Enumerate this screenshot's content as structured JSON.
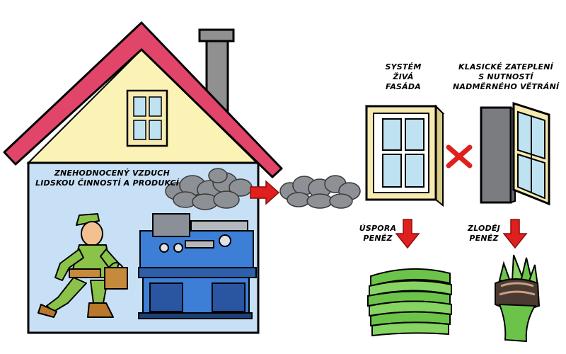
{
  "house_label": {
    "line1": "ZNEHODNOCENÝ VZDUCH",
    "line2": "LIDSKOU ČINNOSTÍ A PRODUKCÍ"
  },
  "option_living": {
    "line1": "SYSTÉM",
    "line2": "ŽIVÁ",
    "line3": "FASÁDA",
    "result_line1": "ÚSPORA",
    "result_line2": "PENĚZ"
  },
  "option_classic": {
    "line1": "KLASICKÉ ZATEPLENÍ",
    "line2": "S NUTNOSTÍ",
    "line3": "NADMĚRNÉHO VĚTRÁNÍ",
    "result_line1": "ZLODĚJ",
    "result_line2": "PENĚZ"
  },
  "colors": {
    "roof": "#e2456a",
    "gable": "#fbf3b5",
    "interior": "#c7e0f5",
    "arrow": "#e0201e",
    "smoke": "#8d9095",
    "money": "#6cc34a",
    "window_frame": "#f7eab0",
    "glass": "#bfe2f2",
    "machine": "#3d7fd6",
    "worker": "#8bc34a"
  }
}
